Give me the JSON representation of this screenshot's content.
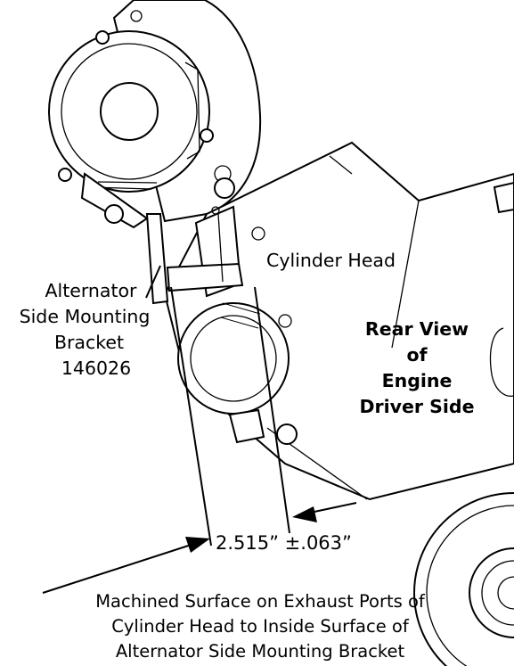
{
  "labels": {
    "cylinder_head": "Cylinder Head",
    "bracket_lines": [
      "Alternator",
      "Side Mounting",
      "Bracket",
      "146026"
    ],
    "view_lines": [
      "Rear View",
      "of",
      "Engine",
      "Driver Side"
    ],
    "dimension": "2.515” ±.063”",
    "caption_lines": [
      "Machined Surface on Exhaust Ports of",
      "Cylinder Head to Inside Surface of",
      "Alternator Side Mounting Bracket"
    ]
  },
  "colors": {
    "line": "#000000",
    "background": "#ffffff"
  }
}
